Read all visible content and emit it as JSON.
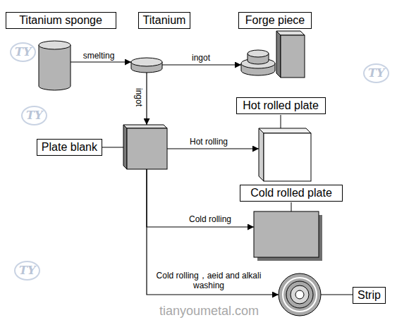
{
  "diagram": {
    "nodes": [
      {
        "text": [
          "Titanium sponge"
        ]
      },
      {
        "text": [
          "Titanium"
        ]
      },
      {
        "text": [
          "Forge piece"
        ]
      },
      {
        "text": [
          "Plate blank"
        ]
      },
      {
        "text": [
          "Hot rolled plate"
        ]
      },
      {
        "text": [
          "Cold rolled plate"
        ]
      },
      {
        "text": [
          "Strip"
        ]
      }
    ],
    "edges": [
      {
        "from": 0,
        "to": 1,
        "arrow": "to",
        "label": "smelting"
      },
      {
        "from": 1,
        "to": 2,
        "arrow": "to",
        "label": "ingot"
      },
      {
        "from": 1,
        "to": 3,
        "arrow": "to",
        "label": "ingot"
      },
      {
        "from": 3,
        "to": 4,
        "arrow": "to",
        "label": "Hot rolling"
      },
      {
        "from": 3,
        "to": 5,
        "arrow": "to",
        "label": "Cold rolling"
      },
      {
        "from": 3,
        "to": 6,
        "arrow": "to",
        "label": "Cold rolling，aeid and alkali washing"
      }
    ],
    "labels": [
      "tianyoumetal.com",
      "TY",
      "TY",
      "TY",
      "TY"
    ]
  }
}
